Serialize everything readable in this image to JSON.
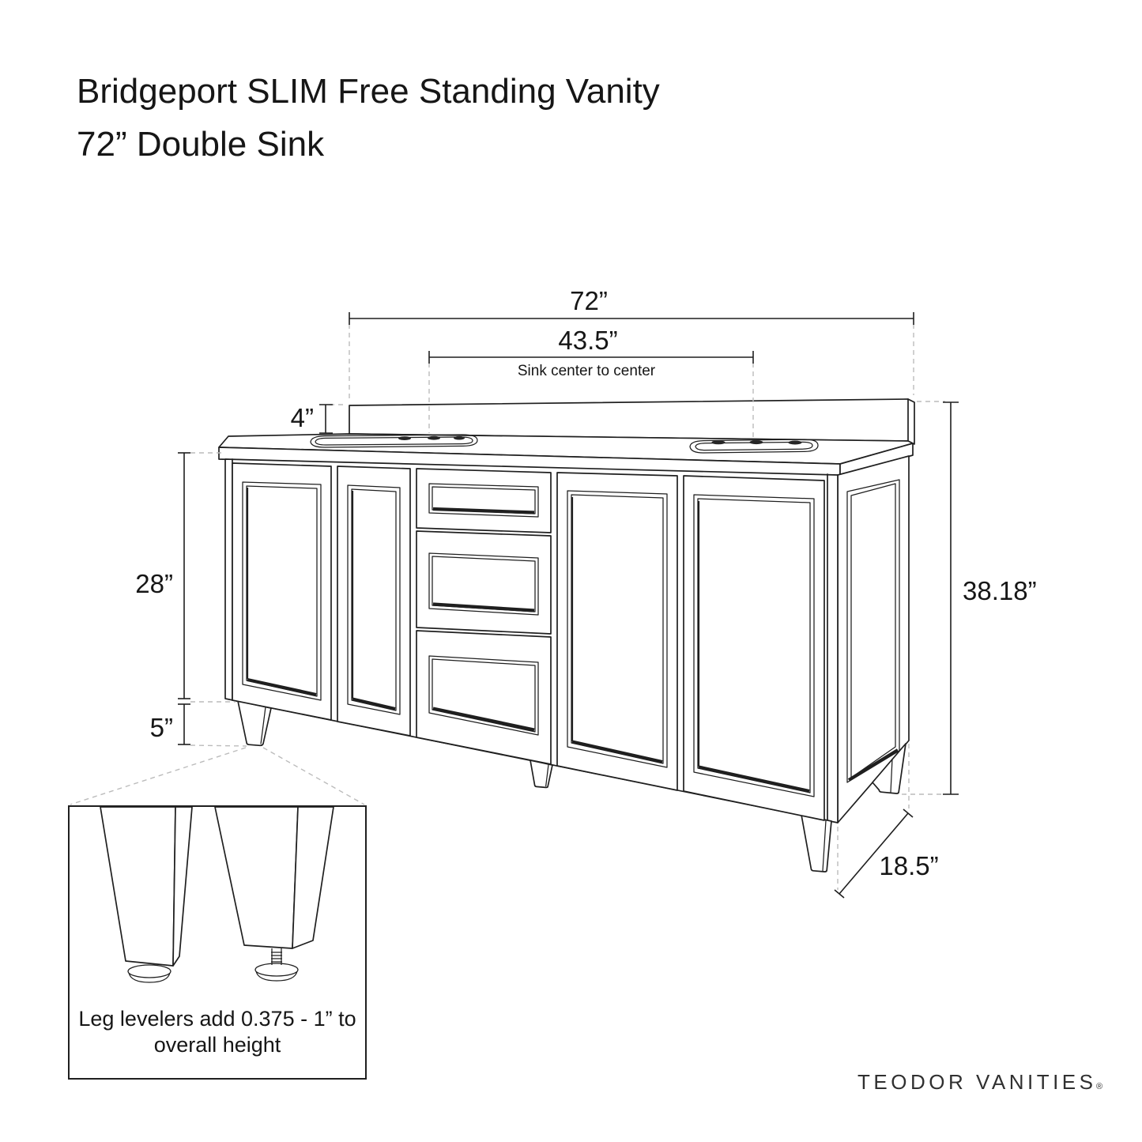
{
  "title": {
    "line1": "Bridgeport SLIM Free Standing Vanity",
    "line2": "72” Double Sink"
  },
  "dims": {
    "overall_width": "72”",
    "sink_centers": "43.5”",
    "sink_centers_note": "Sink center to center",
    "backsplash_height": "4”",
    "cabinet_height": "28”",
    "leg_height": "5”",
    "overall_height": "38.18”",
    "depth": "18.5”"
  },
  "detail": {
    "note_line1": "Leg levelers add 0.375 - 1” to",
    "note_line2": "overall height"
  },
  "brand": {
    "name": "TEODOR VANITIES",
    "mark": "®"
  },
  "colors": {
    "line": "#1f1f1f",
    "dashed": "#bcbcbc",
    "text": "#161616",
    "background": "#ffffff"
  }
}
